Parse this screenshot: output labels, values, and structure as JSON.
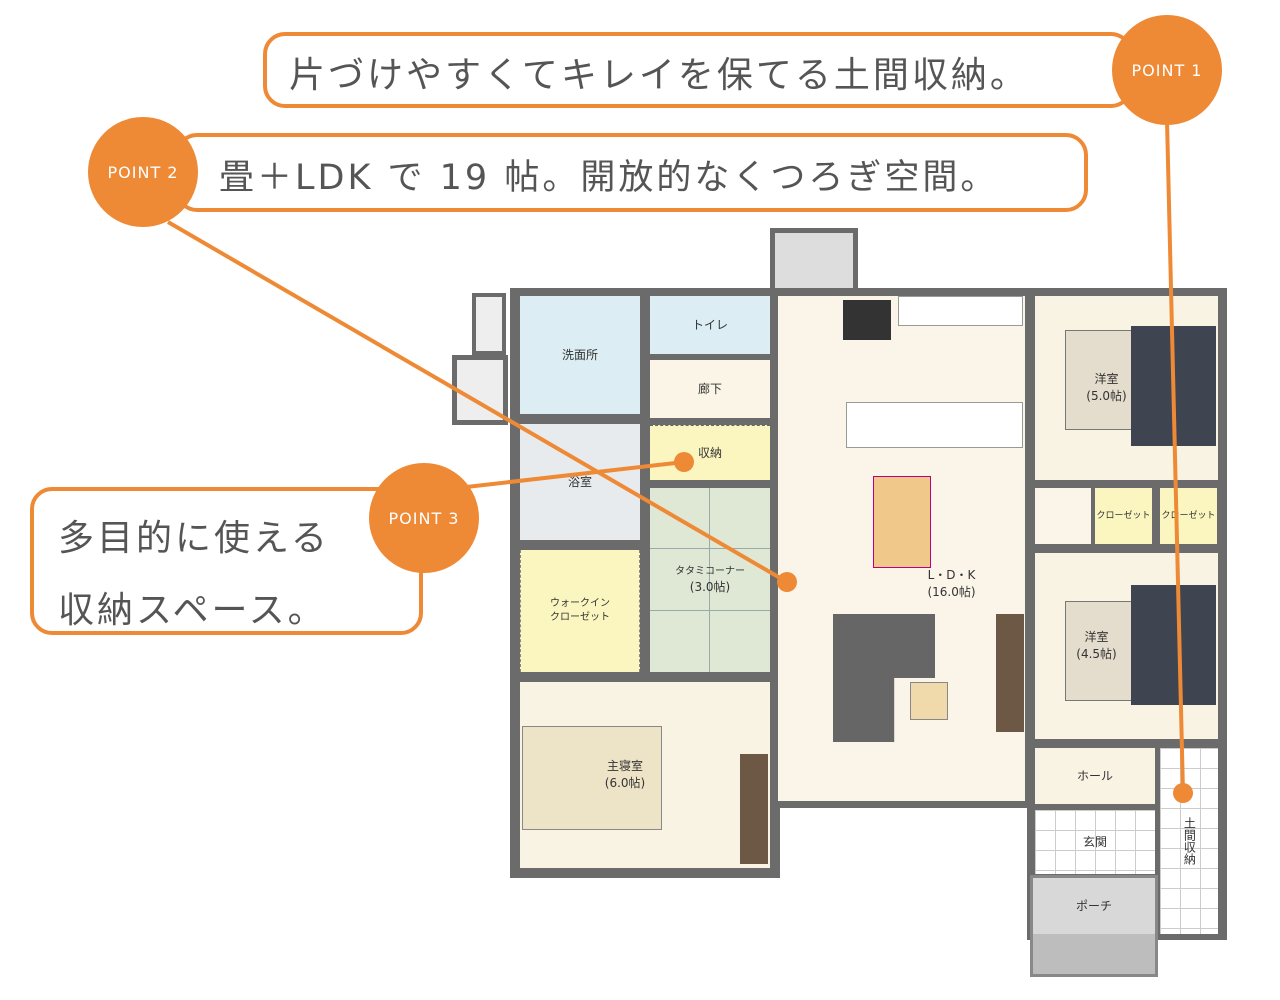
{
  "points": [
    {
      "badge": "POINT 1",
      "text": "片づけやすくてキレイを保てる土間収納。"
    },
    {
      "badge": "POINT 2",
      "text": "畳＋LDK で 19 帖。開放的なくつろぎ空間。"
    },
    {
      "badge": "POINT 3",
      "text_line1": "多目的に使える",
      "text_line2": "収納スペース。"
    }
  ],
  "rooms": {
    "senmen": "洗面所",
    "toilet": "トイレ",
    "rouka": "廊下",
    "yokushitsu": "浴室",
    "shuno": "収納",
    "tatami": "タタミコーナー",
    "tatami_size": "(3.0帖)",
    "wic1": "ウォークイン",
    "wic2": "クローゼット",
    "shushin": "主寝室",
    "shushin_size": "(6.0帖)",
    "ldk": "L・D・K",
    "ldk_size": "(16.0帖)",
    "yo1": "洋室",
    "yo1_size": "(5.0帖)",
    "closet1": "クローゼット",
    "closet2": "クローゼット",
    "yo2": "洋室",
    "yo2_size": "(4.5帖)",
    "hall": "ホール",
    "genkan": "玄関",
    "doma": "土間収納",
    "porch": "ポーチ"
  },
  "colors": {
    "accent": "#ee8a35"
  }
}
